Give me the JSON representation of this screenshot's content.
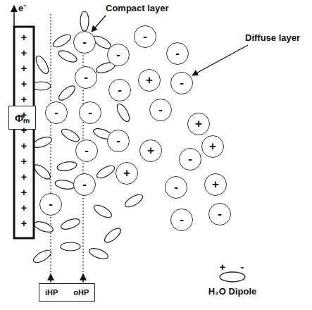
{
  "diagram": {
    "nodes": [
      {
        "text": [
          "Φₘ"
        ]
      },
      {
        "text": [
          "iHP",
          "oHP"
        ]
      },
      {
        "text": [
          "-"
        ]
      },
      {
        "text": [
          "-"
        ]
      },
      {
        "text": [
          "-"
        ]
      },
      {
        "text": [
          "-"
        ]
      },
      {
        "text": [
          "-"
        ]
      },
      {
        "text": [
          "+"
        ]
      },
      {
        "text": [
          "-"
        ]
      },
      {
        "text": [
          "-"
        ]
      },
      {
        "text": [
          "-"
        ]
      },
      {
        "text": [
          "-"
        ]
      },
      {
        "text": [
          "-"
        ]
      },
      {
        "text": [
          "+"
        ]
      },
      {
        "text": [
          "-"
        ]
      },
      {
        "text": [
          "-"
        ]
      },
      {
        "text": [
          "+"
        ]
      },
      {
        "text": [
          "-"
        ]
      },
      {
        "text": [
          "+"
        ]
      },
      {
        "text": [
          "+"
        ]
      },
      {
        "text": [
          "-"
        ]
      },
      {
        "text": [
          "+"
        ]
      },
      {
        "text": [
          "-"
        ]
      },
      {
        "text": [
          "-"
        ]
      },
      {
        "text": [
          "-"
        ]
      },
      {
        "text": [
          "-"
        ]
      }
    ],
    "labels": [
      "e⁻",
      "Compact layer",
      "Diffuse layer",
      "+",
      "+",
      "+",
      "+",
      "+",
      "+",
      "+",
      "+",
      "+",
      "+",
      "+",
      "+",
      "+",
      "+",
      "-"
    ],
    "legend": [
      {
        "text": "H₂O Dipole"
      }
    ]
  }
}
